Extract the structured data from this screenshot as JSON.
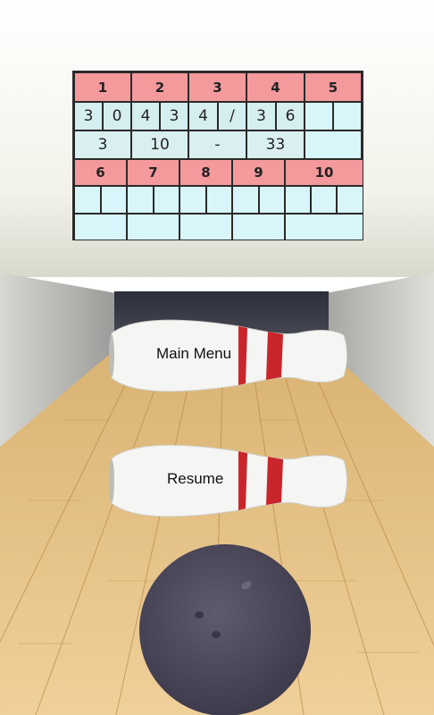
{
  "scoreboard": {
    "frames_top": [
      {
        "num": "1",
        "r1": "3",
        "r2": "0",
        "total": "3"
      },
      {
        "num": "2",
        "r1": "4",
        "r2": "3",
        "total": "10"
      },
      {
        "num": "3",
        "r1": "4",
        "r2": "/",
        "total": "-"
      },
      {
        "num": "4",
        "r1": "3",
        "r2": "6",
        "total": "33"
      },
      {
        "num": "5",
        "r1": "",
        "r2": "",
        "total": ""
      }
    ],
    "frames_bottom": [
      {
        "num": "6"
      },
      {
        "num": "7"
      },
      {
        "num": "8"
      },
      {
        "num": "9"
      },
      {
        "num": "10"
      }
    ]
  },
  "menu": {
    "main_menu_label": "Main Menu",
    "resume_label": "Resume"
  },
  "colors": {
    "header_bg": "#f4999c",
    "cell_bg": "#d8f6fa",
    "lane_wood": "#e8c588",
    "pin_stripe": "#c8262a",
    "ball": "#4a4758"
  }
}
